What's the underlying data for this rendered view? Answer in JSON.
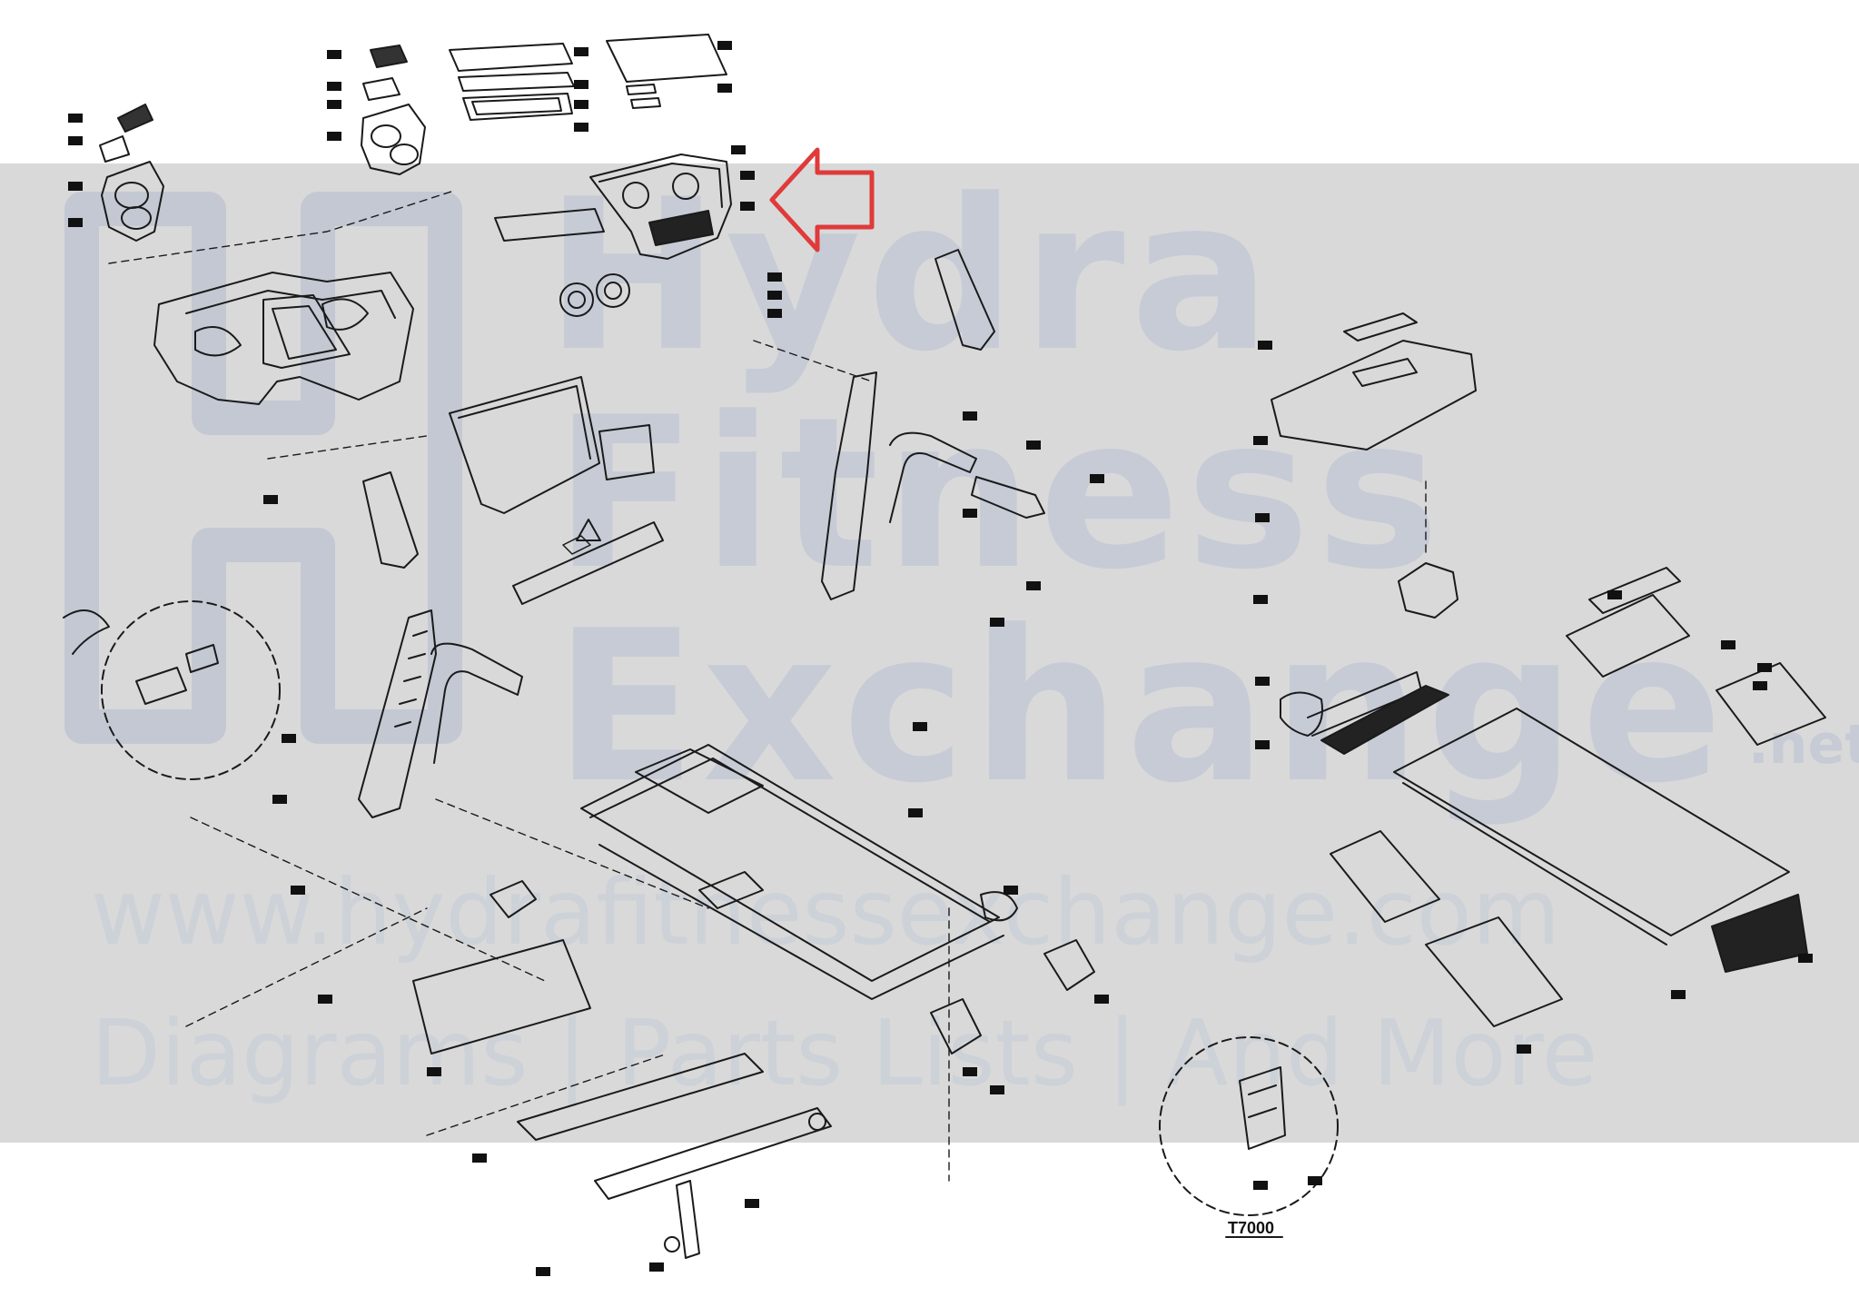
{
  "watermark": {
    "line1": "Hydra",
    "line2": "Fitness",
    "line3": "Exchange",
    "line3_suffix": ".net",
    "url": "www.hydrafitnessexchange.com",
    "tagline": "Diagrams | Parts Lists | And More"
  },
  "colors": {
    "watermark_band": "#d9d9d9",
    "watermark_text": "#c6cbd6",
    "line_art": "#1a1a1a",
    "highlight_arrow": "#e03a3a"
  },
  "callouts": {
    "detail_view": "T7000"
  }
}
